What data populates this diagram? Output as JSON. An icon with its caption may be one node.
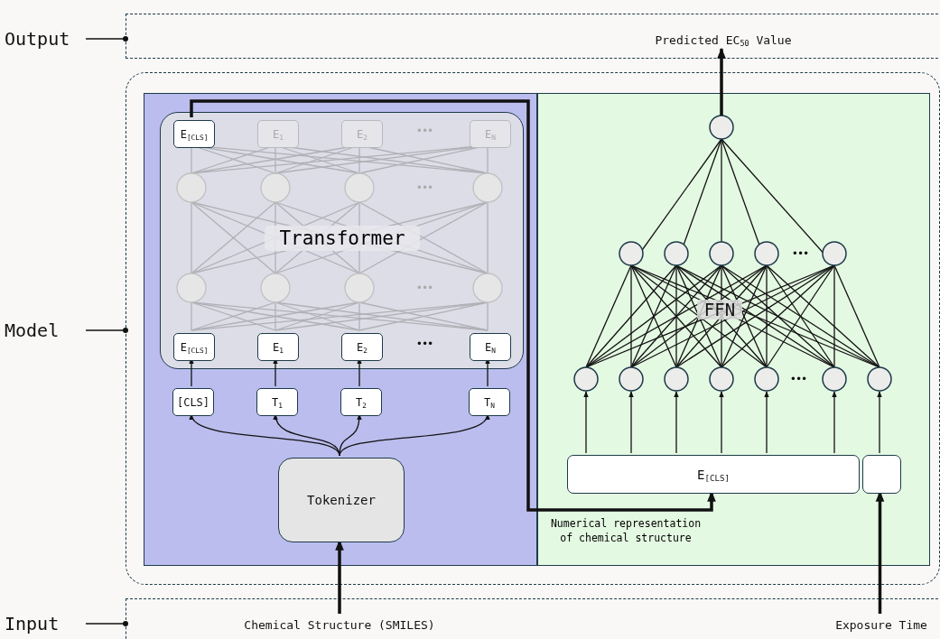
{
  "diagram": {
    "nodes": [
      {
        "text": [],
        "shape": "box"
      },
      {
        "text": [
          "Predicted EC$_{50}$ Value"
        ],
        "in": 0
      },
      {
        "text": [],
        "shape": "box"
      },
      {
        "text": [],
        "shape": "box",
        "in": 2
      },
      {
        "text": [
          "Transformer"
        ],
        "in": 3
      },
      {
        "text": [
          "E$_{[CLS]}$"
        ],
        "in": 4
      },
      {
        "text": [
          "E$_{1}$"
        ],
        "in": 4
      },
      {
        "text": [
          "E$_{2}$"
        ],
        "in": 4
      },
      {
        "text": [
          "E$_{N}$"
        ],
        "in": 4
      },
      {
        "text": [
          "E$_{[CLS]}$"
        ],
        "in": 4
      },
      {
        "text": [
          "E$_{1}$"
        ],
        "in": 4
      },
      {
        "text": [
          "E$_{2}$"
        ],
        "in": 4
      },
      {
        "text": [
          "E$_{N}$"
        ],
        "in": 4
      },
      {
        "text": [
          "[CLS]"
        ],
        "in": 3
      },
      {
        "text": [
          "T$_{1}$"
        ],
        "in": 3
      },
      {
        "text": [
          "T$_{2}$"
        ],
        "in": 3
      },
      {
        "text": [
          "T$_{N}$"
        ],
        "in": 3
      },
      {
        "text": [
          "Tokenizer"
        ],
        "in": 3
      },
      {
        "text": [],
        "shape": "box",
        "in": 2
      },
      {
        "text": [
          "E$_{[CLS]}$"
        ],
        "in": 18
      },
      {
        "text": [],
        "shape": "box",
        "in": 18
      },
      {
        "text": [],
        "shape": "box"
      },
      {
        "text": [
          "Chemical Structure (SMILES)"
        ],
        "in": 21
      },
      {
        "text": [
          "Exposure Time"
        ],
        "in": 21
      },
      {
        "text": [
          "Output"
        ]
      },
      {
        "text": [
          "Model"
        ]
      },
      {
        "text": [
          "Input"
        ]
      }
    ],
    "edges": [
      {
        "from": 24,
        "to": 0,
        "arrow": "other"
      },
      {
        "from": 25,
        "to": 2,
        "arrow": "other"
      },
      {
        "from": 26,
        "to": 21,
        "arrow": "other"
      },
      {
        "from": 22,
        "to": 17,
        "arrow": "to",
        "style": "thick"
      },
      {
        "from": 17,
        "to": 13,
        "arrow": "to"
      },
      {
        "from": 17,
        "to": 14,
        "arrow": "to"
      },
      {
        "from": 17,
        "to": 15,
        "arrow": "to"
      },
      {
        "from": 17,
        "to": 16,
        "arrow": "to"
      },
      {
        "from": 13,
        "to": 9,
        "arrow": "to"
      },
      {
        "from": 14,
        "to": 10,
        "arrow": "to"
      },
      {
        "from": 15,
        "to": 11,
        "arrow": "to"
      },
      {
        "from": 16,
        "to": 12,
        "arrow": "to"
      },
      {
        "from": 5,
        "to": 19,
        "arrow": "to",
        "style": "thick",
        "label": "Numerical representation of chemical structure"
      },
      {
        "from": 23,
        "to": 20,
        "arrow": "to",
        "style": "thick"
      },
      {
        "from": 19,
        "to": null,
        "arrow": "to"
      },
      {
        "from": 19,
        "to": null,
        "arrow": "to"
      },
      {
        "from": 19,
        "to": null,
        "arrow": "to"
      },
      {
        "from": 19,
        "to": null,
        "arrow": "to"
      },
      {
        "from": 19,
        "to": null,
        "arrow": "to"
      },
      {
        "from": 19,
        "to": null,
        "arrow": "to"
      },
      {
        "from": 20,
        "to": null,
        "arrow": "to"
      },
      {
        "from": null,
        "to": 1,
        "arrow": "to",
        "style": "thick"
      }
    ],
    "labels": [
      "•••",
      "•••",
      "•••",
      "•••",
      "FFN",
      "•••",
      "•••"
    ]
  }
}
